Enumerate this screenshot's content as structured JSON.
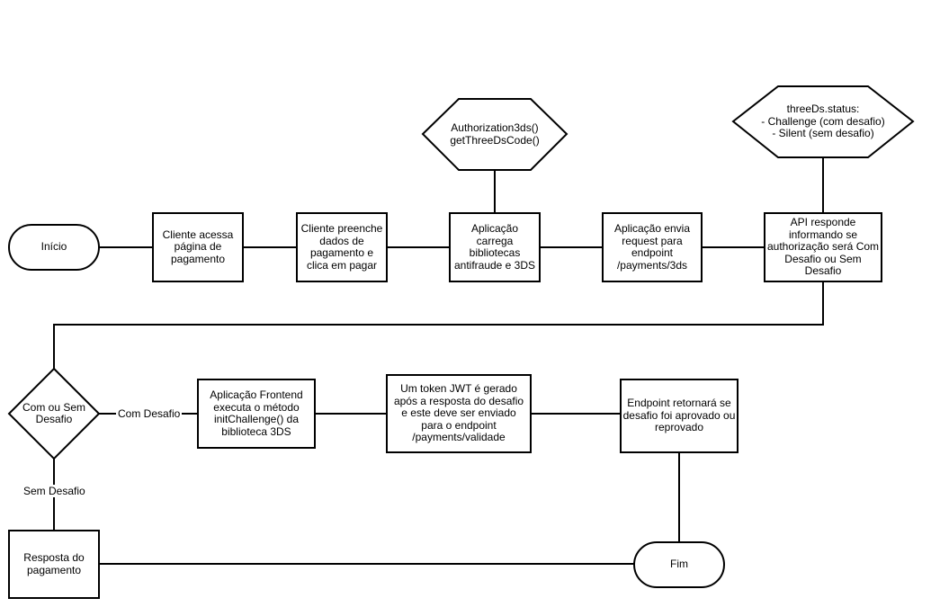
{
  "nodes": {
    "start": "Início",
    "client_access": "Cliente acessa\npágina de\npagamento",
    "client_fill": "Cliente preenche\ndados de\npagamento e\nclica em pagar",
    "app_load": "Aplicação\ncarrega\nbibliotecas\nantifraude e 3DS",
    "app_send": "Aplicação envia\nrequest para\nendpoint\n/payments/3ds",
    "api_respond": "API responde\ninformando se\nauthorização será Com\nDesafio ou Sem\nDesafio",
    "auth3ds": "Authorization3ds()\ngetThreeDsCode()",
    "status": "threeDs.status:\n- Challenge (com desafio)\n- Silent (sem desafio)",
    "decision": "Com ou Sem\nDesafio",
    "frontend_exec": "Aplicação Frontend\nexecuta o método\ninitChallenge() da\nbiblioteca 3DS",
    "jwt": "Um token JWT é gerado\napós a resposta do desafio\ne este deve ser enviado\npara o endpoint\n/payments/validade",
    "endpoint_return": "Endpoint retornará se\ndesafio foi aprovado ou\nreprovado",
    "payment_response": "Resposta do\npagamento",
    "end": "Fim"
  },
  "edges": {
    "with_challenge": "Com Desafio",
    "without_challenge": "Sem Desafio"
  },
  "colors": {
    "stroke": "#000000",
    "fill": "#ffffff",
    "text": "#000000"
  }
}
